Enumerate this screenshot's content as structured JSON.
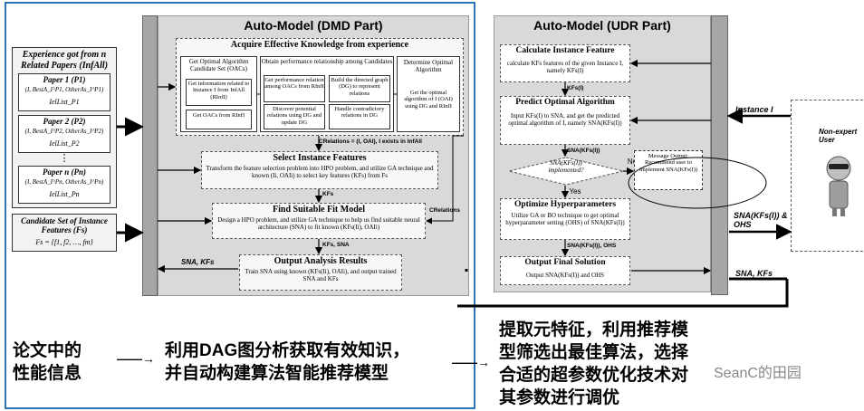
{
  "left_inputs": {
    "experience_title": "Experience got from n Related Papers (InfAll)",
    "paper1_title": "Paper 1 (P1)",
    "paper1_line1": "(I, BestA_I^P1, OtherAs_I^P1)",
    "paper1_line2": "IelList_P1",
    "paper2_title": "Paper 2 (P2)",
    "paper2_line1": "(I, BestA_I^P2, OtherAs_I^P2)",
    "paper2_line2": "IelList_P2",
    "dots": "⋮",
    "papern_title": "Paper n (Pn)",
    "papern_line1": "(I, BestA_I^Pn, OtherAs_I^Pn)",
    "papern_line2": "IelList_Pn",
    "candidate_title": "Candidate Set of Instance Features (Fs)",
    "candidate_formula": "Fs = {f1, f2, …, fm}"
  },
  "dmd": {
    "title": "Auto-Model (DMD Part)",
    "acquire_title": "Acquire Effective Knowledge from experience",
    "oacs_title": "Get Optimal Algorithm Candidate Set (OACs)",
    "oacs_box1": "Get information related to Instance I from InfAll (RInfI)",
    "oacs_box2": "Get OACs from RInfI",
    "perf_title": "Obtain performance relationship among Candidates",
    "perf_box1": "Get performance relation among OACs from RInfI",
    "perf_box2": "Build the directed graph (DG) to represent relations",
    "perf_box3": "Discover potential relations using DG and update DG",
    "perf_box4": "Handle contradictory relations in DG",
    "det_title": "Determine Optimal Algorithm",
    "det_text": "Get the optimal algorithm of I (OAI) using DG and RInfI",
    "crel_label": "CRelations = (I, OAI), I exists in InfAll",
    "select_title": "Select Instance Features",
    "select_text": "Transform the feature selection problem into HPO problem, and utilize GA technique and known (Ii, OAIi) to select key features (KFs) from Fs",
    "kfs_label": "KFs",
    "crelations_side": "CRelations",
    "fit_title": "Find Suitable Fit Model",
    "fit_text": "Design a HPO problem, and utilize GA technique to help us find suitable neural architecture (SNA) to fit known (KFs(Ii), OAIi)",
    "kfs_sna_label": "KFs, SNA",
    "out_title": "Output Analysis Results",
    "out_text": "Train SNA using known (KFs(Ii), OAIi), and output trained SNA and KFs",
    "sna_kfs_left": "SNA, KFs"
  },
  "udr": {
    "title": "Auto-Model (UDR Part)",
    "calc_title": "Calculate Instance Feature",
    "calc_text": "calculate KFs features of the given Instance I, namely KFs(I)",
    "kfsi_label": "KFs(I)",
    "pred_title": "Predict Optimal Algorithm",
    "pred_text": "Input KFs(I) to SNA, and get the predicted optimal algorithm of I, namely SNA(KFs(I))",
    "sna_label": "SNA(KFs(I))",
    "diamond_text": "SNA(KFs(I)) implemented?",
    "no_label": "No",
    "yes_label": "Yes",
    "msg_text": "Message Output: Recommend user to implement SNA(KFs(I))",
    "opt_title": "Optimize Hyperparameters",
    "opt_text": "Utilize GA or BO technique to get optimal hyperparameter setting (OHS) of SNA(KFs(I))",
    "sna_ohs_label": "SNA(KFs(I)), OHS",
    "final_title": "Output Final Solution",
    "final_text": "Output SNA(KFs(I)) and OHS"
  },
  "right": {
    "instance_label": "Instance I",
    "user_label": "Non-expert User",
    "sna_ohs_right": "SNA(KFs(I)) & OHS",
    "sna_kfs_right": "SNA, KFs"
  },
  "bottom": {
    "text1_line1": "论文中的",
    "text1_line2": "性能信息",
    "arrow1": "——→",
    "text2_line1": "利用DAG图分析获取有效知识，",
    "text2_line2": "并自动构建算法智能推荐模型",
    "arrow2": "——→",
    "text3_line1": "提取元特征，利用推荐模",
    "text3_line2": "型筛选出最佳算法，选择",
    "text3_line3": "合适的超参数优化技术对",
    "text3_line4": "其参数进行调优",
    "watermark": "SeanC的田园"
  },
  "colors": {
    "frame_blue": "#2e75b6",
    "panel_gray": "#d9d9d9",
    "bar_gray": "#a6a6a6"
  }
}
